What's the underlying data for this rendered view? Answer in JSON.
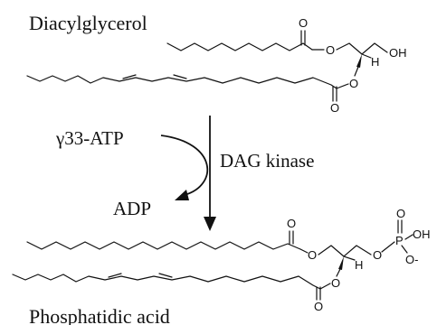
{
  "reactant": {
    "name": "Diacylglycerol"
  },
  "product": {
    "name": "Phosphatidic acid"
  },
  "reaction": {
    "enzyme": "DAG kinase",
    "substrate": "γ33-ATP",
    "byproduct": "ADP"
  },
  "atoms": {
    "oxygen": "O",
    "hydroxyl": "OH",
    "hydrogen": "H",
    "phosphorus": "P",
    "oxide": "O-"
  }
}
